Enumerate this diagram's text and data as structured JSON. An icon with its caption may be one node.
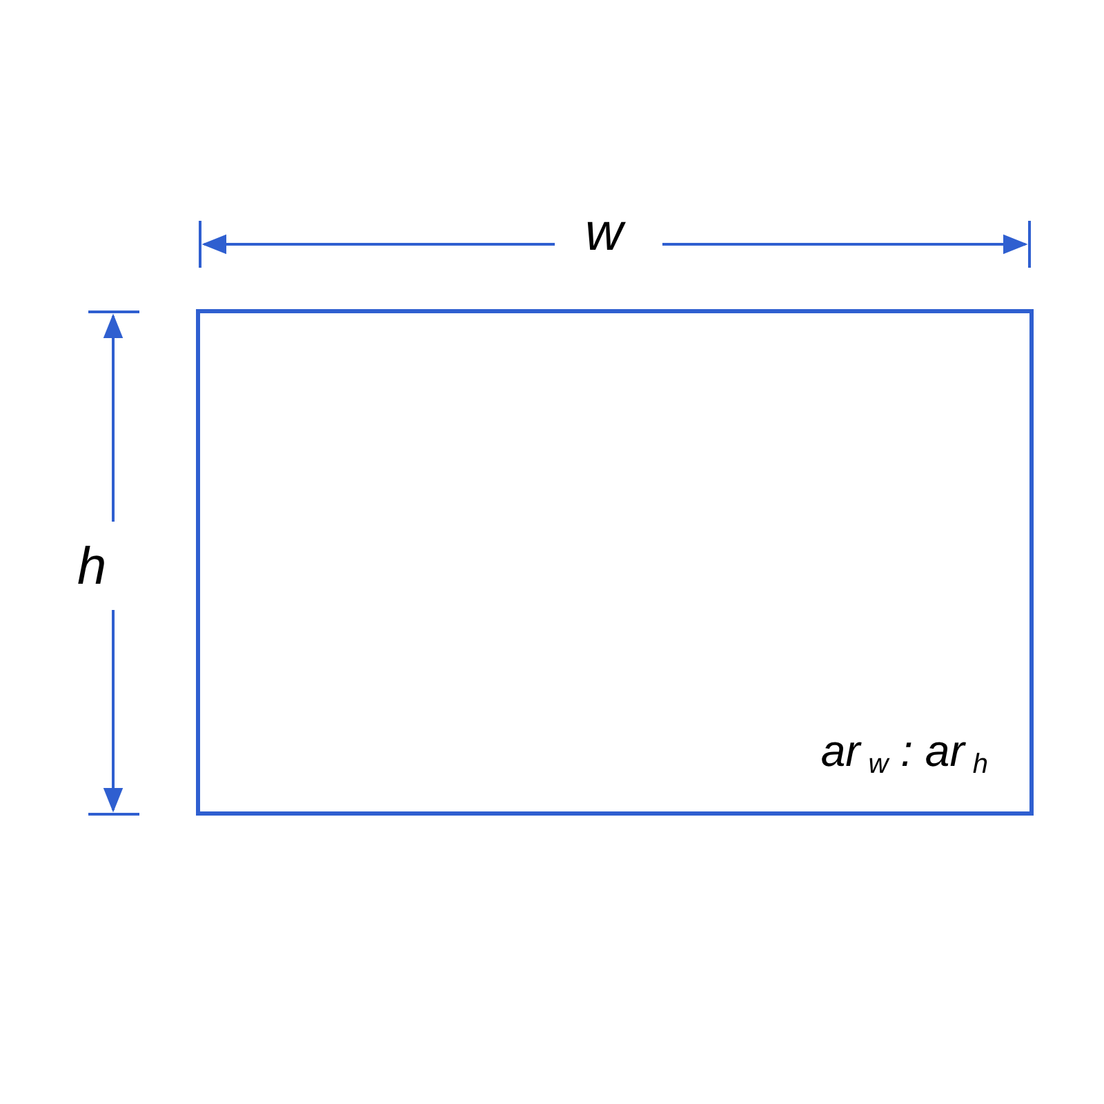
{
  "diagram": {
    "nodes": [
      {
        "text": [
          "ar$_{w}$ : ar$_{h}$"
        ]
      }
    ],
    "labels": [
      "w",
      "h"
    ]
  }
}
